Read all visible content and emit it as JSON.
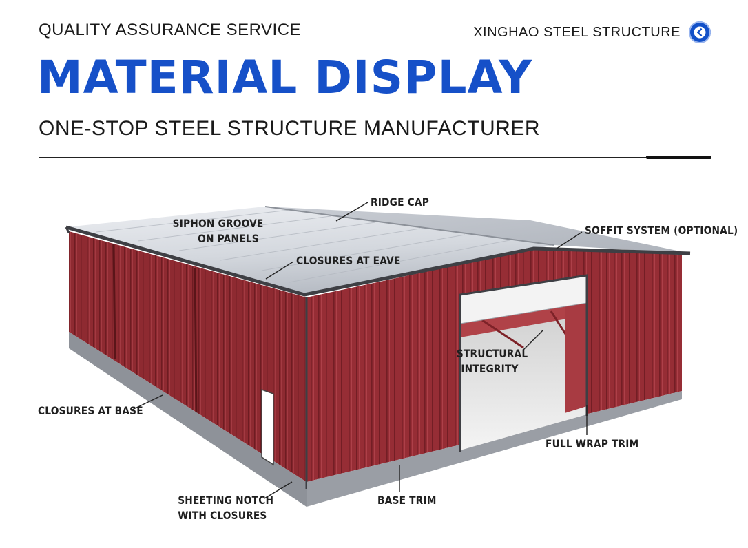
{
  "header": {
    "eyebrow": "QUALITY ASSURANCE SERVICE",
    "brand": "XINGHAO STEEL STRUCTURE",
    "title": "MATERIAL DISPLAY",
    "subtitle": "ONE-STOP STEEL STRUCTURE MANUFACTURER",
    "accent_color": "#1650c8",
    "brand_icon": "chevron-left-circle-icon"
  },
  "diagram": {
    "wall_color": "#8e2a31",
    "roof_color": "#d5d9df",
    "labels": {
      "ridge_cap": "RIDGE CAP",
      "siphon_groove_1": "SIPHON GROOVE",
      "siphon_groove_2": "ON PANELS",
      "soffit_system": "SOFFIT SYSTEM (OPTIONAL)",
      "closures_eave": "CLOSURES AT EAVE",
      "structural_1": "STRUCTURAL",
      "structural_2": "INTEGRITY",
      "closures_base": "CLOSURES AT BASE",
      "full_wrap_trim": "FULL WRAP TRIM",
      "sheeting_notch_1": "SHEETING NOTCH",
      "sheeting_notch_2": "WITH CLOSURES",
      "base_trim": "BASE TRIM"
    }
  }
}
